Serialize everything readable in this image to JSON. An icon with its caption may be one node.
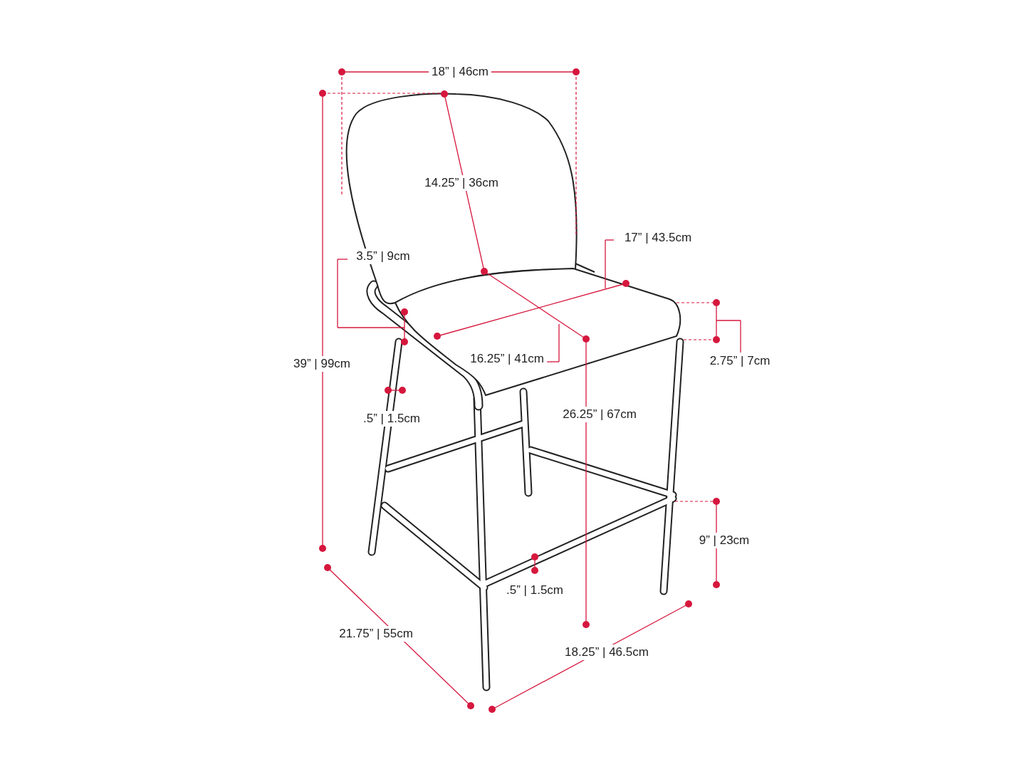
{
  "diagram": {
    "labels": [
      "18” | 46cm",
      "14.25” | 36cm",
      "17” | 43.5cm",
      "3.5” | 9cm",
      "39” | 99cm",
      "16.25” | 41cm",
      "2.75” | 7cm",
      ".5” | 1.5cm",
      "26.25” | 67cm",
      "9” | 23cm",
      ".5” | 1.5cm",
      "21.75” | 55cm",
      "18.25” | 46.5cm"
    ]
  }
}
